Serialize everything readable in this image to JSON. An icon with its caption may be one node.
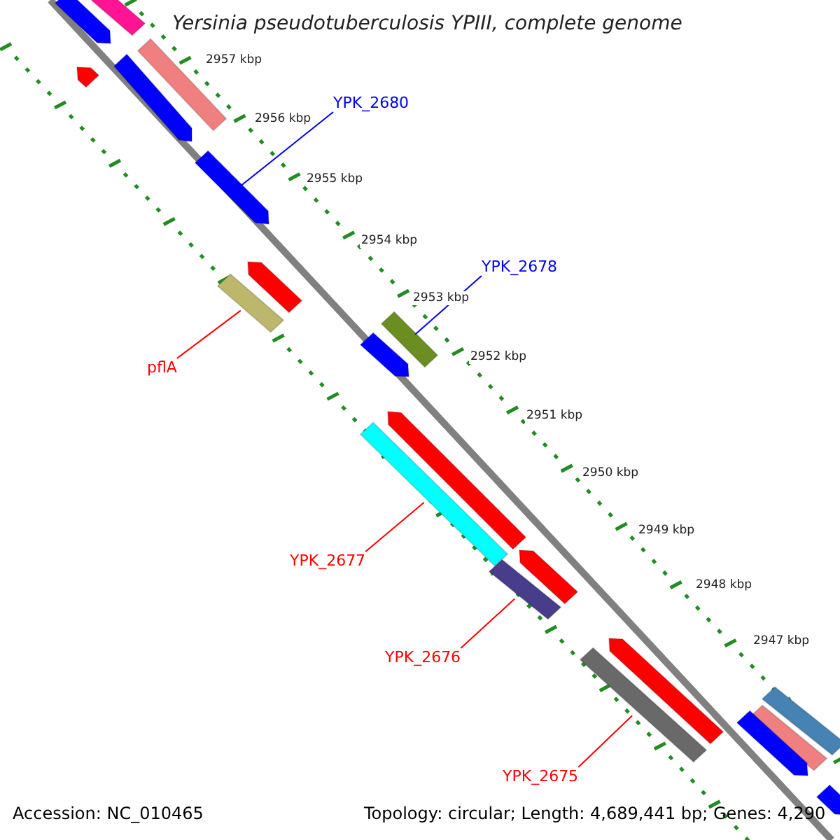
{
  "diagram": {
    "title": "Yersinia pseudotuberculosis YPIII, complete genome",
    "nodes": [
      {
        "text": [],
        "shape": "bar"
      },
      {
        "text": [],
        "shape": "bar"
      },
      {
        "text": [],
        "shape": "bar"
      },
      {
        "text": [],
        "shape": "bar"
      },
      {
        "text": [],
        "shape": "bar"
      },
      {
        "text": [
          "YPK_2680"
        ]
      },
      {
        "text": [],
        "shape": "bar"
      },
      {
        "text": [],
        "shape": "bar"
      },
      {
        "text": [],
        "shape": "bar"
      },
      {
        "text": [
          "pflA"
        ]
      },
      {
        "text": [
          "YPK_2678"
        ]
      },
      {
        "text": [],
        "shape": "bar"
      },
      {
        "text": [],
        "shape": "bar"
      },
      {
        "text": [],
        "shape": "bar"
      },
      {
        "text": [],
        "shape": "bar"
      },
      {
        "text": [
          "YPK_2677"
        ]
      },
      {
        "text": [],
        "shape": "bar"
      },
      {
        "text": [],
        "shape": "bar"
      },
      {
        "text": [
          "YPK_2676"
        ]
      },
      {
        "text": [],
        "shape": "bar"
      },
      {
        "text": [],
        "shape": "bar"
      },
      {
        "text": [
          "YPK_2675"
        ]
      },
      {
        "text": [],
        "shape": "bar"
      },
      {
        "text": [],
        "shape": "bar"
      },
      {
        "text": [],
        "shape": "bar"
      },
      {
        "text": [],
        "shape": "bar"
      }
    ],
    "edges": [
      {
        "from": 5,
        "to": 6,
        "arrow": "none",
        "color": "#0000ff"
      },
      {
        "from": 10,
        "to": 11,
        "arrow": "none",
        "color": "#0000ff"
      },
      {
        "from": 9,
        "to": 8,
        "arrow": "none"
      },
      {
        "from": 15,
        "to": 14,
        "arrow": "none"
      },
      {
        "from": 18,
        "to": 17,
        "arrow": "none"
      },
      {
        "from": 21,
        "to": 20,
        "arrow": "none"
      }
    ],
    "labels": [
      "2957 kbp",
      "2956 kbp",
      "2955 kbp",
      "2954 kbp",
      "2953 kbp",
      "2952 kbp",
      "2951 kbp",
      "2950 kbp",
      "2949 kbp",
      "2948 kbp",
      "2947 kbp",
      "Accession: NC_010465",
      "Topology: circular; Length: 4,689,441 bp; Genes: 4,290"
    ]
  }
}
